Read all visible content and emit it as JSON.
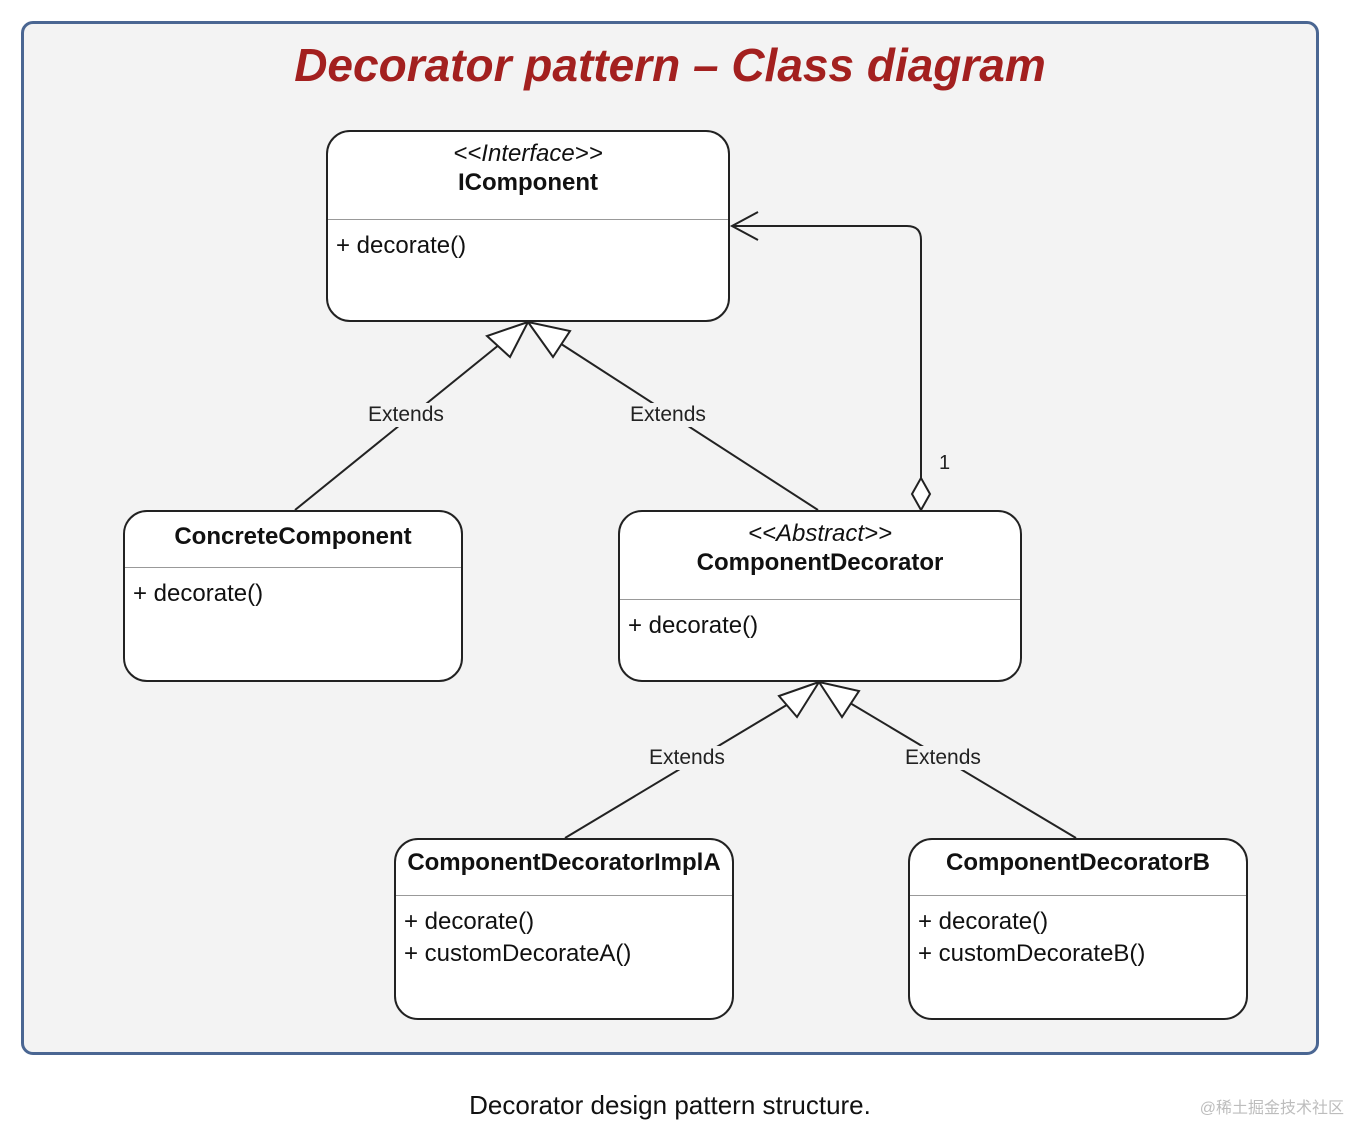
{
  "title": "Decorator pattern – Class diagram",
  "classes": {
    "icomponent": {
      "stereotype": "<<Interface>>",
      "name": "IComponent",
      "methods": [
        "+ decorate()"
      ]
    },
    "concrete": {
      "name": "ConcreteComponent",
      "methods": [
        "+ decorate()"
      ]
    },
    "decorator": {
      "stereotype": "<<Abstract>>",
      "name": "ComponentDecorator",
      "methods": [
        "+ decorate()"
      ]
    },
    "implA": {
      "name": "ComponentDecoratorImplA",
      "methods": [
        "+ decorate()",
        "+ customDecorateA()"
      ]
    },
    "implB": {
      "name": "ComponentDecoratorB",
      "methods": [
        "+ decorate()",
        "+ customDecorateB()"
      ]
    }
  },
  "edges": {
    "extends_concrete": "Extends",
    "extends_decorator": "Extends",
    "extends_implA": "Extends",
    "extends_implB": "Extends",
    "aggregation_multiplicity": "1"
  },
  "caption": "Decorator design pattern structure.",
  "watermark": "@稀土掘金技术社区",
  "colors": {
    "title": "#a3201f",
    "frame_border": "#4a6692",
    "frame_fill": "#f3f3f3"
  }
}
